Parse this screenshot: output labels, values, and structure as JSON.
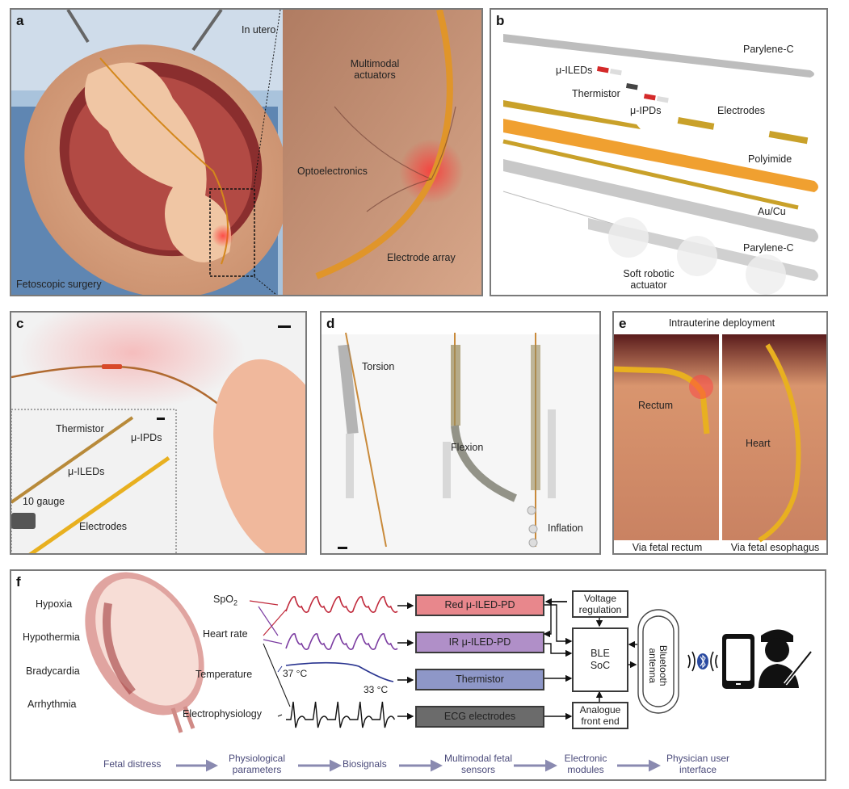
{
  "figure": {
    "panels": {
      "a": {
        "label": "a",
        "in_utero": "In utero",
        "fetoscopic_surgery": "Fetoscopic surgery",
        "callouts": [
          "Multimodal actuators",
          "Optoelectronics",
          "Electrode array"
        ]
      },
      "b": {
        "label": "b",
        "layers": [
          "Parylene-C",
          "μ-ILEDs",
          "Thermistor",
          "μ-IPDs",
          "Electrodes",
          "Polyimide",
          "Au/Cu",
          "Parylene-C",
          "Soft robotic actuator"
        ]
      },
      "c": {
        "label": "c",
        "inset_labels": [
          "Thermistor",
          "μ-IPDs",
          "μ-ILEDs",
          "10 gauge",
          "Electrodes"
        ]
      },
      "d": {
        "label": "d",
        "modes": [
          "Torsion",
          "Flexion",
          "Inflation"
        ]
      },
      "e": {
        "label": "e",
        "title": "Intrauterine deployment",
        "organs": [
          "Rectum",
          "Heart"
        ],
        "captions": [
          "Via fetal rectum",
          "Via fetal esophagus"
        ]
      },
      "f": {
        "label": "f",
        "conditions": [
          "Hypoxia",
          "Hypothermia",
          "Bradycardia",
          "Arrhythmia"
        ],
        "parameters": [
          "SpO",
          "Heart rate",
          "Temperature",
          "Electrophysiology"
        ],
        "spo2_subscript": "2",
        "temp_start": "37 °C",
        "temp_end": "33 °C",
        "sensors": [
          {
            "label": "Red μ-ILED-PD",
            "color": "#e8878c"
          },
          {
            "label": "IR μ-ILED-PD",
            "color": "#b08fc8"
          },
          {
            "label": "Thermistor",
            "color": "#8e97c8"
          },
          {
            "label": "ECG electrodes",
            "color": "#6b6b6b"
          }
        ],
        "modules": {
          "voltage": "Voltage regulation",
          "soc_line1": "BLE",
          "soc_line2": "SoC",
          "afe": "Analogue front end",
          "antenna": "Bluetooth antenna"
        },
        "flow": [
          "Fetal distress",
          "Physiological parameters",
          "Biosignals",
          "Multimodal fetal sensors",
          "Electronic modules",
          "Physician user interface"
        ],
        "signal_colors": {
          "red": "#c0283a",
          "purple": "#7a3aa0",
          "blue": "#2a3590",
          "black": "#111111"
        },
        "bluetooth_color": "#2a4aa0",
        "flow_arrow_color": "#8a8ab0"
      }
    }
  }
}
